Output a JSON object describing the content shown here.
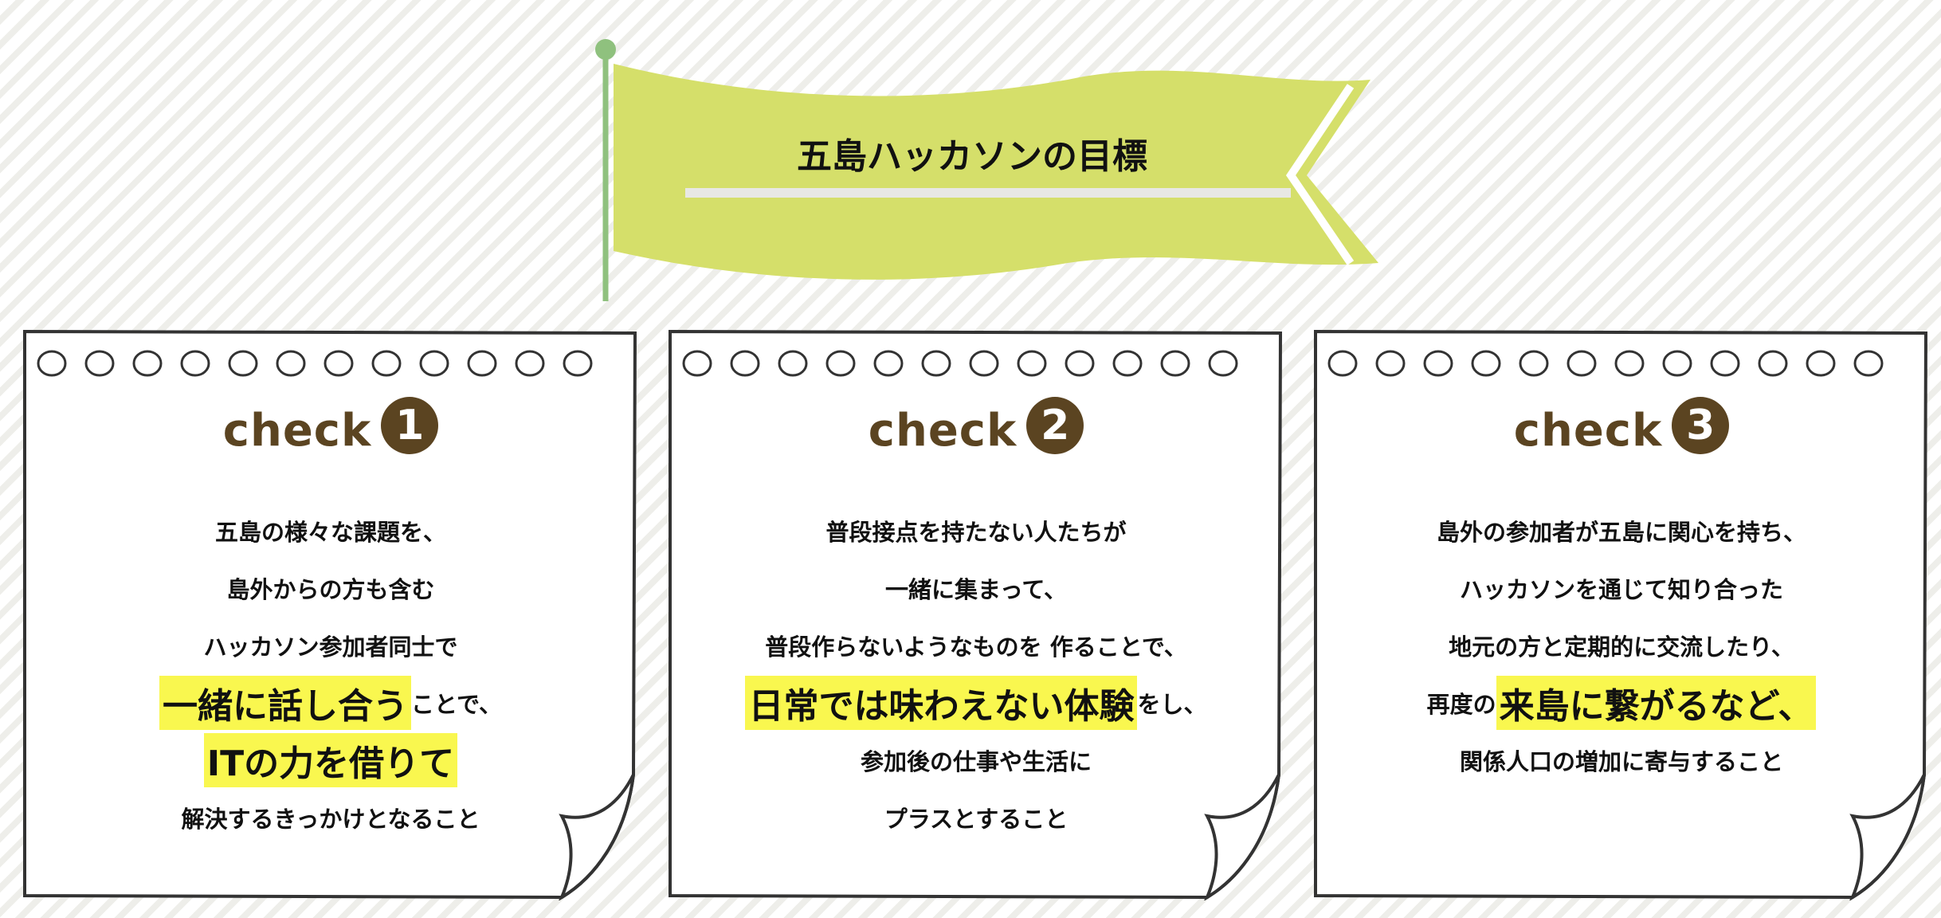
{
  "banner": {
    "title": "五島ハッカソンの目標"
  },
  "colors": {
    "flag": "#d5df6a",
    "pole": "#8fc17e",
    "brown": "#5b4421",
    "highlight": "#f9f74f"
  },
  "cards": [
    {
      "check_label": "check",
      "number": "1",
      "lines": [
        {
          "text": "五島の様々な課題を、"
        },
        {
          "text": "島外からの方も含む"
        },
        {
          "text": "ハッカソン参加者同士で"
        },
        {
          "pre": "",
          "highlight": "一緒に話し合う",
          "post": "ことで、"
        },
        {
          "pre": "",
          "highlight": "ITの力を借りて",
          "post": ""
        },
        {
          "text": "解決するきっかけとなること"
        }
      ]
    },
    {
      "check_label": "check",
      "number": "2",
      "lines": [
        {
          "text": "普段接点を持たない人たちが"
        },
        {
          "text": "一緒に集まって、"
        },
        {
          "text": "普段作らないようなものを 作ることで、"
        },
        {
          "pre": "",
          "highlight": "日常では味わえない体験",
          "post": "をし、"
        },
        {
          "text": "参加後の仕事や生活に"
        },
        {
          "text": "プラスとすること"
        }
      ]
    },
    {
      "check_label": "check",
      "number": "3",
      "lines": [
        {
          "text": "島外の参加者が五島に関心を持ち、"
        },
        {
          "text": "ハッカソンを通じて知り合った"
        },
        {
          "text": "地元の方と定期的に交流したり、"
        },
        {
          "pre": "再度の ",
          "highlight": "来島に繋がるなど、",
          "post": ""
        },
        {
          "text": "関係人口の増加に寄与すること"
        }
      ]
    }
  ]
}
